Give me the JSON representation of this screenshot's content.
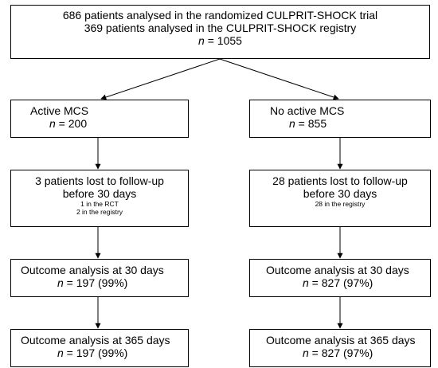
{
  "top": {
    "line1": "686 patients analysed in the randomized CULPRIT-SHOCK trial",
    "line2": "369 patients analysed in the CULPRIT-SHOCK registry",
    "n_label": "n",
    "n_value": " = 1055"
  },
  "left": {
    "group": {
      "title": "Active MCS",
      "n_label": "n",
      "n_value": " = 200"
    },
    "lost": {
      "line1": "3 patients lost to follow-up",
      "line2": "before 30 days",
      "detail1": "1 in the RCT",
      "detail2": "2 in the registry"
    },
    "day30": {
      "title": "Outcome analysis at 30 days",
      "n_label": "n",
      "n_value": " = 197 (99%)"
    },
    "day365": {
      "title": "Outcome analysis at 365 days",
      "n_label": "n",
      "n_value": " = 197 (99%)"
    }
  },
  "right": {
    "group": {
      "title": "No active MCS",
      "n_label": "n",
      "n_value": " = 855"
    },
    "lost": {
      "line1": "28 patients lost to follow-up",
      "line2": "before 30 days",
      "detail1": "28 in the registry"
    },
    "day30": {
      "title": "Outcome analysis at 30 days",
      "n_label": "n",
      "n_value": " = 827 (97%)"
    },
    "day365": {
      "title": "Outcome analysis at 365 days",
      "n_label": "n",
      "n_value": " = 827 (97%)"
    }
  }
}
